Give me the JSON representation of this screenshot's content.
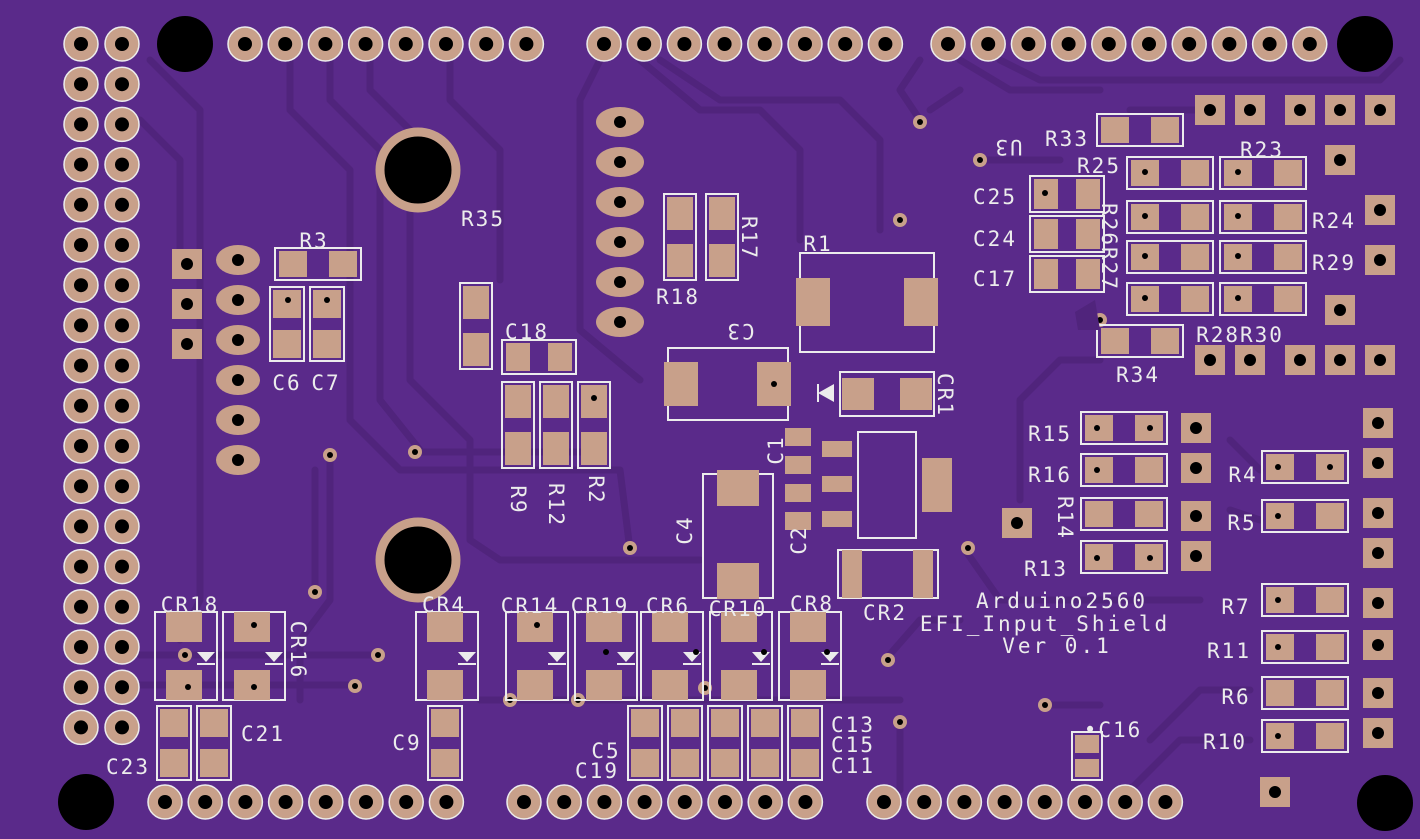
{
  "board": {
    "title_line1": "Arduino2560",
    "title_line2": "EFI_Input_Shield",
    "title_line3": "Ver 0.1"
  },
  "colors": {
    "board": "#5a2a8a",
    "trace": "#50247c",
    "silkscreen": "#ececec",
    "pad": "#c8a08a",
    "hole": "#000000"
  },
  "refdes": {
    "R1": "R1",
    "R2": "R2",
    "R3": "R3",
    "R4": "R4",
    "R5": "R5",
    "R6": "R6",
    "R7": "R7",
    "R9": "R9",
    "R10": "R10",
    "R11": "R11",
    "R12": "R12",
    "R13": "R13",
    "R14": "R14",
    "R15": "R15",
    "R16": "R16",
    "R17": "R17",
    "R18": "R18",
    "R23": "R23",
    "R24": "R24",
    "R25": "R25",
    "R26R27": "R26R27",
    "R28R30": "R28R30",
    "R29": "R29",
    "R33": "R33",
    "R34": "R34",
    "R35": "R35",
    "C1": "C1",
    "C2": "C2",
    "C3": "C3",
    "C4": "C4",
    "C5": "C5",
    "C6": "C6",
    "C7": "C7",
    "C9": "C9",
    "C11": "C11",
    "C13": "C13",
    "C15": "C15",
    "C16": "•C16",
    "C17": "C17",
    "C18": "C18",
    "C19": "C19",
    "C21": "C21",
    "C23": "C23",
    "C24": "C24",
    "C25": "C25",
    "CR1": "CR1",
    "CR2": "CR2",
    "CR4": "CR4",
    "CR6": "CR6",
    "CR8": "CR8",
    "CR10": "CR10",
    "CR14": "CR14",
    "CR16": "CR16",
    "CR18": "CR18",
    "CR19": "CR19",
    "U3": "U3"
  }
}
